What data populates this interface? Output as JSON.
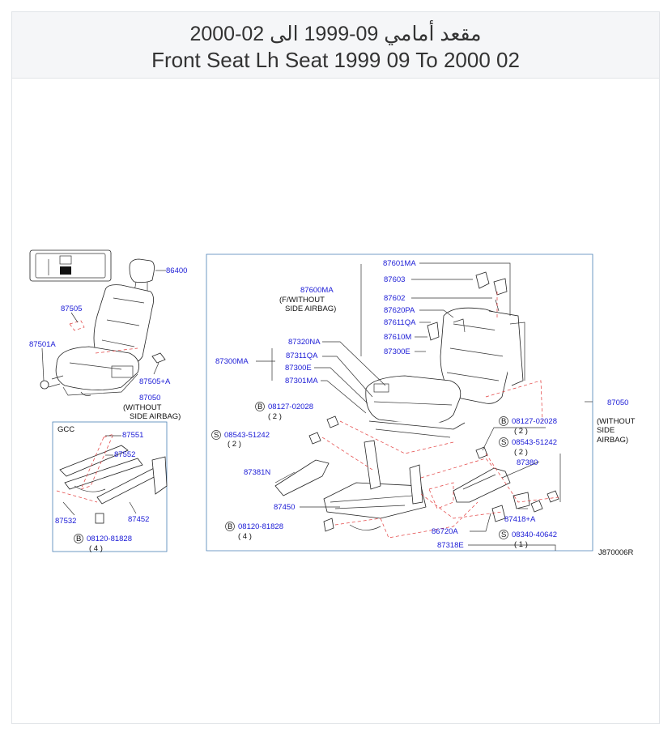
{
  "header": {
    "title_ar": "مقعد أمامي 09-1999 الى 02-2000",
    "title_en": "Front Seat Lh Seat 1999 09 To 2000 02"
  },
  "callouts": {
    "c86400": "86400",
    "c87505": "87505",
    "c87501A": "87501A",
    "c87505A": "87505+A",
    "c87050": "87050",
    "c87050_note1": "(WITHOUT",
    "c87050_note2": "SIDE  AIRBAG)",
    "gcc": "GCC",
    "c87551": "87551",
    "c87552": "87552",
    "c87532": "87532",
    "c87452": "87452",
    "b08120a": "08120-81828",
    "b08120a_qty": "( 4 )",
    "c87601MA": "87601MA",
    "c87603": "87603",
    "c87600MA": "87600MA",
    "c87600MA_note1": "(F/WITHOUT",
    "c87600MA_note2": "SIDE  AIRBAG)",
    "c87602": "87602",
    "c87620PA": "87620PA",
    "c87611QA": "87611QA",
    "c87610M": "87610M",
    "c87300E_a": "87300E",
    "c87320NA": "87320NA",
    "c87300MA": "87300MA",
    "c87311QA": "87311QA",
    "c87300E_b": "87300E",
    "c87301MA": "87301MA",
    "b08127a": "08127-02028",
    "b08127a_qty": "( 2 )",
    "s08543a": "08543-51242",
    "s08543a_qty": "( 2 )",
    "c87381N": "87381N",
    "c87450": "87450",
    "b08120b": "08120-81828",
    "b08120b_qty": "( 4 )",
    "c87050r": "87050",
    "c87050r_note1": "(WITHOUT",
    "c87050r_note2": "SIDE",
    "c87050r_note3": "AIRBAG)",
    "b08127b": "08127-02028",
    "b08127b_qty": "( 2 )",
    "s08543b": "08543-51242",
    "s08543b_qty": "( 2 )",
    "c87380": "87380",
    "c87418A": "87418+A",
    "c86720A": "86720A",
    "s08340": "08340-40642",
    "s08340_qty": "( 1 )",
    "c87318E": "87318E",
    "ref": "J870006R",
    "sym_b": "B",
    "sym_s": "S"
  }
}
